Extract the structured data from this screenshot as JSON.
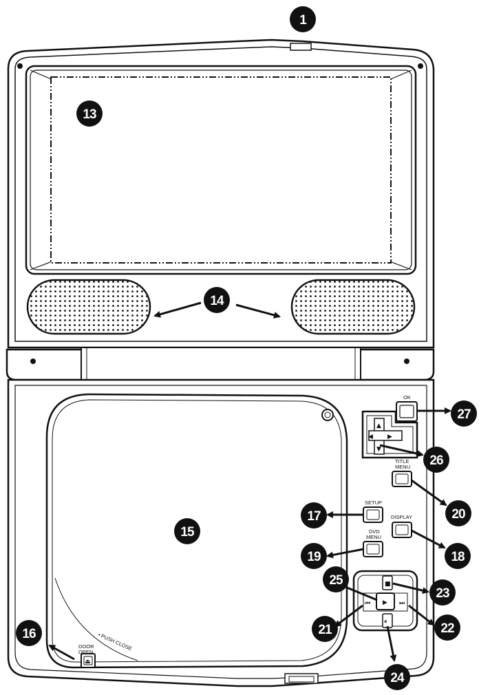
{
  "callouts": {
    "c1": "1",
    "c13": "13",
    "c14": "14",
    "c15": "15",
    "c16": "16",
    "c17": "17",
    "c18": "18",
    "c19": "19",
    "c20": "20",
    "c21": "21",
    "c22": "22",
    "c23": "23",
    "c24": "24",
    "c25": "25",
    "c26": "26",
    "c27": "27"
  },
  "labels": {
    "ok": "OK",
    "title_menu_1": "TITLE",
    "title_menu_2": "MENU",
    "setup": "SETUP",
    "display": "DISPLAY",
    "dvd_menu_1": "DVD",
    "dvd_menu_2": "MENU",
    "door_open_1": "DOOR",
    "door_open_2": "OPEN",
    "push_close": "• PUSH CLOSE"
  },
  "icons": {
    "up": "▲",
    "down": "▼",
    "left": "◀",
    "right": "▶",
    "stop": "■",
    "play": "▶",
    "prev": "⏮",
    "next": "⏭",
    "pause": "⏸",
    "eject": "⏏"
  },
  "colors": {
    "ink": "#111111",
    "paper": "#ffffff"
  }
}
